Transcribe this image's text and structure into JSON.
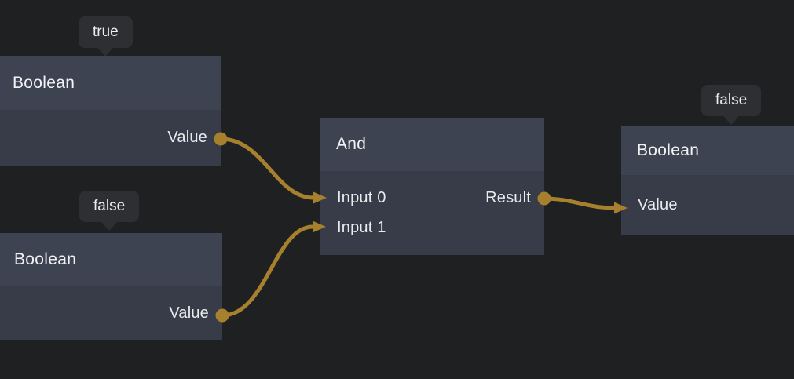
{
  "theme": {
    "background": "#1f2022",
    "node_header": "#3e4352",
    "node_body": "#383c48",
    "tooltip_bg": "#2e2f32",
    "text_color": "#eceef0",
    "edge_color": "#a6802d"
  },
  "nodes": [
    {
      "id": "boolean-1",
      "title": "Boolean",
      "tooltip": "true",
      "inputs": [],
      "outputs": [
        {
          "label": "Value"
        }
      ]
    },
    {
      "id": "boolean-2",
      "title": "Boolean",
      "tooltip": "false",
      "inputs": [],
      "outputs": [
        {
          "label": "Value"
        }
      ]
    },
    {
      "id": "and-1",
      "title": "And",
      "inputs": [
        {
          "label": "Input 0"
        },
        {
          "label": "Input 1"
        }
      ],
      "outputs": [
        {
          "label": "Result"
        }
      ]
    },
    {
      "id": "boolean-3",
      "title": "Boolean",
      "tooltip": "false",
      "inputs": [
        {
          "label": "Value"
        }
      ],
      "outputs": []
    }
  ],
  "edges": [
    {
      "from_node": "boolean-1",
      "from_port": "Value",
      "to_node": "and-1",
      "to_port": "Input 0"
    },
    {
      "from_node": "boolean-2",
      "from_port": "Value",
      "to_node": "and-1",
      "to_port": "Input 1"
    },
    {
      "from_node": "and-1",
      "from_port": "Result",
      "to_node": "boolean-3",
      "to_port": "Value"
    }
  ]
}
